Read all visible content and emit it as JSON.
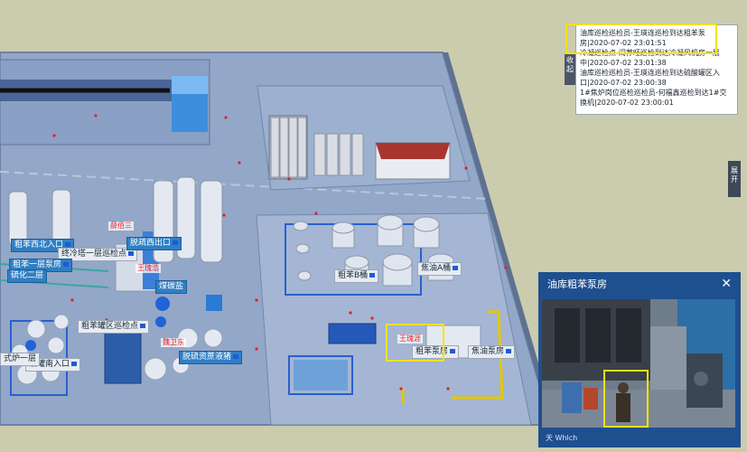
{
  "labels": {
    "crude_benzene_nw_entrance": "粗苯西北入口",
    "cooling_tower_1f": "终冷塔一层巡检点",
    "crude_benzene_1f_pump": "粗苯一层泵房",
    "sulfur_removal_2f": "硫化二层",
    "desulfur_west_exit": "脱疏西出口",
    "crude_benzene_tank_area": "粗苯罐区巡检点",
    "oil_tank_south_entrance": "油罐南入口",
    "furnace_1f": "式炉一层",
    "salt_tank": "煤碳盐",
    "desulfur_waste_pump": "脱硫资蔗液猪",
    "crude_benzene_b_tank": "粗苯B桶",
    "tar_a_tank": "焦油A桶",
    "crude_benzene_pump_room": "粗苯泵房",
    "tar_pump_room": "焦油泵房"
  },
  "tags": {
    "t1": "薛佰三",
    "t2": "王瑰浩",
    "t3": "魏卫东",
    "t4": "王瑰涯"
  },
  "log": {
    "entries": [
      "油库巡检巡检员-王瑛连巡检到达粗苯泵房|2020-07-02 23:01:51",
      "冷凝巡检点-闫荐旺巡检到达冷凝风机房一层中|2020-07-02 23:01:38",
      "油库巡检巡检员-王瑛连巡检到达硫酸罐区入口|2020-07-02 23:00:38",
      "1#焦炉岗位巡检巡检员-何福鑫巡检到达1#交换机|2020-07-02 23:00:01"
    ],
    "collapse_label": "收起",
    "expand_label": "展开"
  },
  "video": {
    "title": "油库粗苯泵房",
    "close_icon": "close-icon",
    "footer": "天  Whlch"
  },
  "colors": {
    "highlight": "#f4e200",
    "panel_blue": "#1e4f8e",
    "ground": "#8ea4c8"
  }
}
